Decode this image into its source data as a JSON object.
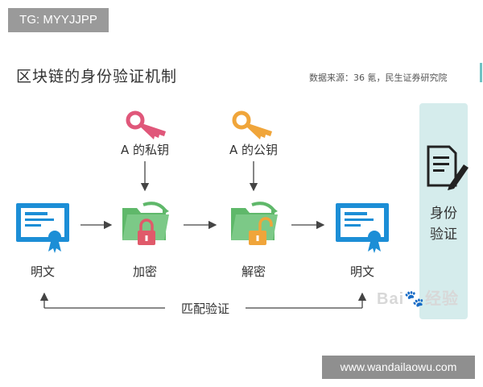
{
  "watermark_top": "TG: MYYJJPP",
  "title": "区块链的身份验证机制",
  "source": "数据来源：36 氪，民生证券研究院",
  "keys": {
    "private": "A 的私钥",
    "public": "A 的公钥"
  },
  "nodes": {
    "plaintext_left": "明文",
    "encrypt": "加密",
    "decrypt": "解密",
    "plaintext_right": "明文"
  },
  "match": "匹配验证",
  "side": {
    "line1": "身份",
    "line2": "验证"
  },
  "watermark_baidu": "Bai🐾经验",
  "watermark_url": "www.wandailaowu.com",
  "colors": {
    "cert_blue": "#1c8ed6",
    "folder_green": "#5fb86a",
    "private_key": "#e0577a",
    "public_key": "#f0a53a",
    "lock_red": "#e05a6a",
    "lock_orange": "#f0a53a",
    "side_panel": "#d5ecec",
    "arrow": "#444444"
  },
  "icons": [
    "certificate-icon",
    "key-icon",
    "folder-lock-icon",
    "folder-unlock-icon",
    "document-pen-icon"
  ]
}
